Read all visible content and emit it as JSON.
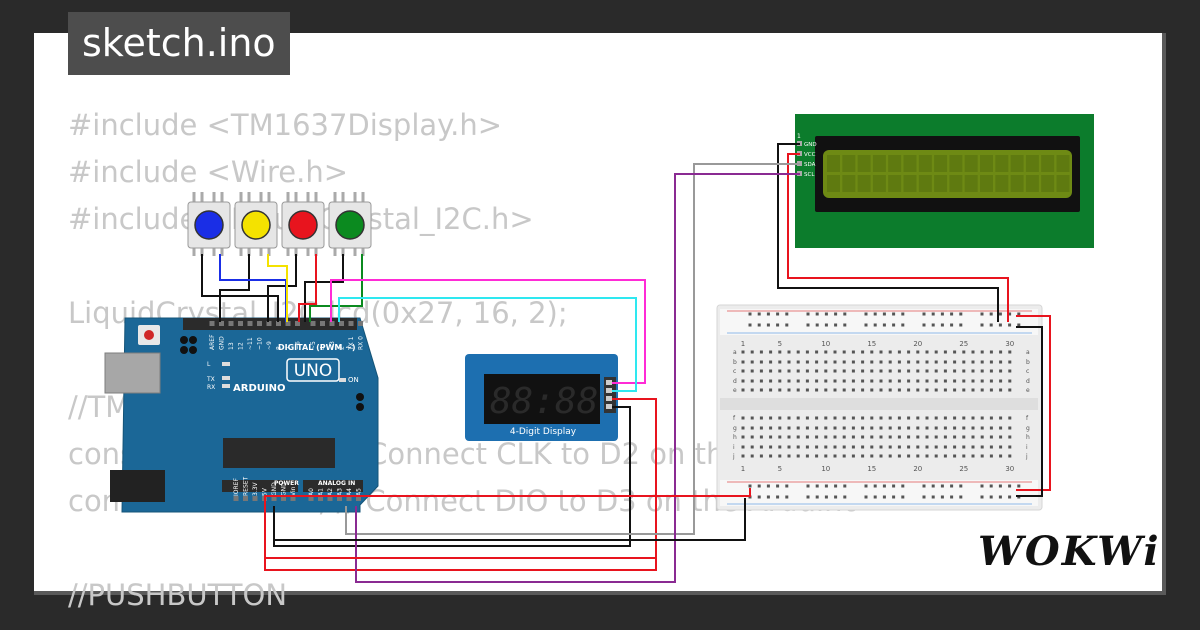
{
  "window": {
    "title": "sketch.ino"
  },
  "code_lines": [
    "#include <TM1637Display.h>",
    "#include <Wire.h>",
    "#include <LiquidCrystal_I2C.h>",
    "",
    "LiquidCrystal_I2C lcd(0x27, 16, 2);",
    "",
    "//TM1637",
    "const int CLK = 2; // Connect CLK to D2 on the Arduino",
    "const int DIO = 3; // Connect DIO to D3 on the Arduino",
    "",
    "//PUSHBUTTON"
  ],
  "arduino": {
    "brand": "ARDUINO",
    "model": "UNO",
    "on_label": "ON",
    "digital_label": "DIGITAL (PWM ~)",
    "power_label": "POWER",
    "analog_label": "ANALOG IN",
    "digital_pins": [
      "AREF",
      "GND",
      "13",
      "12",
      "~11",
      "~10",
      "~9",
      "8",
      "7",
      "~6",
      "~5",
      "4",
      "~3",
      "2",
      "TX 1",
      "RX 0"
    ],
    "power_pins": [
      "IOREF",
      "RESET",
      "3.3V",
      "5V",
      "GND",
      "GND",
      "Vin"
    ],
    "analog_pins": [
      "A0",
      "A1",
      "A2",
      "A3",
      "A4",
      "A5"
    ],
    "led_labels": [
      "L",
      "TX",
      "RX"
    ]
  },
  "display": {
    "label": "4-Digit Display",
    "digits": "88:88"
  },
  "lcd": {
    "pins": [
      "GND",
      "VCC",
      "SDA",
      "SCL"
    ],
    "pin_one": "1"
  },
  "breadboard": {
    "columns": [
      "1",
      "5",
      "10",
      "15",
      "20",
      "25",
      "30"
    ],
    "rows_top": [
      "a",
      "b",
      "c",
      "d",
      "e"
    ],
    "rows_bottom": [
      "f",
      "g",
      "h",
      "i",
      "j"
    ]
  },
  "buttons": [
    {
      "color": "blue",
      "fill": "#1a2ee6"
    },
    {
      "color": "yellow",
      "fill": "#f4e200"
    },
    {
      "color": "red",
      "fill": "#e8141e"
    },
    {
      "color": "green",
      "fill": "#0b8a1f"
    }
  ],
  "brand_logo": "WOKWi"
}
